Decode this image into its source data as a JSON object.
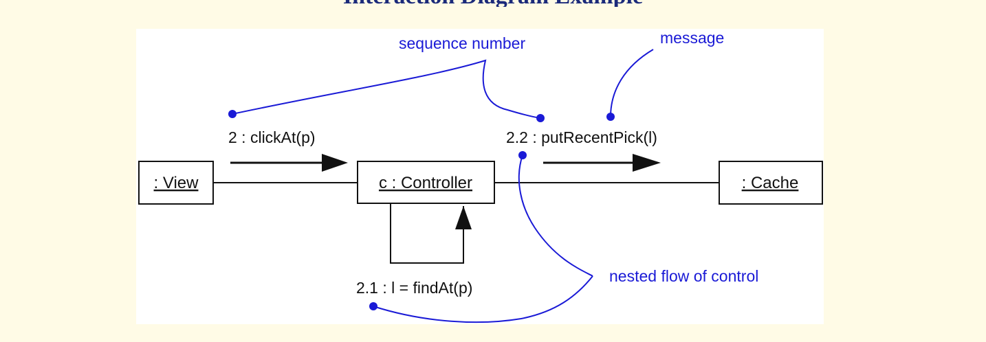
{
  "header": {
    "title": "Interaction Diagram Example"
  },
  "diagram": {
    "objects": {
      "view": ": View",
      "controller": "c : Controller",
      "cache": ": Cache"
    },
    "messages": {
      "click": "2 : clickAt(p)",
      "find": "2.1 : l = findAt(p)",
      "put": "2.2 : putRecentPick(l)"
    },
    "annotations": {
      "sequence_number": "sequence number",
      "message": "message",
      "nested_flow": "nested flow of control"
    },
    "colors": {
      "annotation": "#1a1ad6",
      "line": "#111111",
      "background": "#fffbe6"
    }
  }
}
